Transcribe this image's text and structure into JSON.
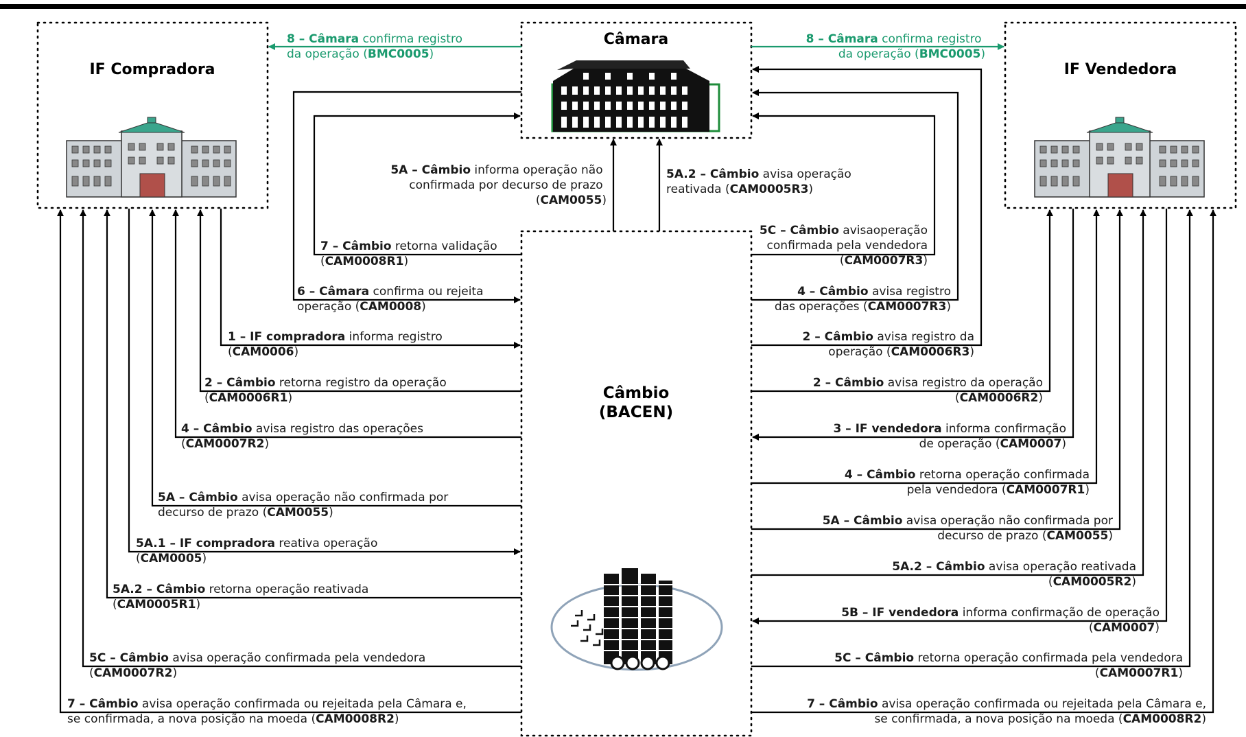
{
  "entities": {
    "buyer": "IF Compradora",
    "seller": "IF Vendedora",
    "chamber": "Câmara",
    "exchange_line1": "Câmbio",
    "exchange_line2": "(BACEN)"
  },
  "colors": {
    "message_green": "#1a9a6e",
    "line": "#000000"
  },
  "top_messages": {
    "left": {
      "bold": "8 – Câmara",
      "rest": " confirma registro",
      "line2_pre": "da operação (",
      "code": "BMC0005",
      "line2_post": ")"
    },
    "right": {
      "bold": "8 – Câmara",
      "rest": " confirma registro",
      "line2_pre": "da operação (",
      "code": "BMC0005",
      "line2_post": ")"
    }
  },
  "center_messages": {
    "m5a": {
      "bold": "5A – Câmbio",
      "rest": " informa operação não",
      "line2": "confirmada por decurso de prazo",
      "code": "CAM0055"
    },
    "m5a2": {
      "bold": "5A.2 – Câmbio",
      "rest": " avisa operação",
      "line2_pre": "reativada (",
      "code": "CAM0005R3",
      "line2_post": ")"
    }
  },
  "left_messages": [
    {
      "bold": "7 – Câmbio",
      "rest": " retorna validação",
      "line2_pre": "(",
      "code": "CAM0008R1",
      "line2_post": ")"
    },
    {
      "bold": "6 – Câmara",
      "rest": " confirma ou rejeita",
      "line2_pre": "operação (",
      "code": "CAM0008",
      "line2_post": ")"
    },
    {
      "bold": "1 – IF compradora",
      "rest": " informa registro",
      "line2_pre": "(",
      "code": "CAM0006",
      "line2_post": ")"
    },
    {
      "bold": "2 – Câmbio",
      "rest": " retorna registro da operação",
      "line2_pre": "(",
      "code": "CAM0006R1",
      "line2_post": ")"
    },
    {
      "bold": "4 – Câmbio",
      "rest": " avisa registro das operações",
      "line2_pre": "(",
      "code": "CAM0007R2",
      "line2_post": ")"
    },
    {
      "bold": "5A – Câmbio",
      "rest": " avisa operação não confirmada por",
      "line2_pre": "decurso de prazo (",
      "code": "CAM0055",
      "line2_post": ")"
    },
    {
      "bold": "5A.1 – IF compradora",
      "rest": " reativa operação",
      "line2_pre": "(",
      "code": "CAM0005",
      "line2_post": ")"
    },
    {
      "bold": "5A.2 – Câmbio",
      "rest": " retorna operação reativada",
      "line2_pre": "(",
      "code": "CAM0005R1",
      "line2_post": ")"
    },
    {
      "bold": "5C – Câmbio",
      "rest": " avisa operação confirmada pela vendedora",
      "line2_pre": "(",
      "code": "CAM0007R2",
      "line2_post": ")"
    },
    {
      "bold": "7 – Câmbio",
      "rest": " avisa operação confirmada ou rejeitada pela Câmara e,",
      "line2_pre": "se confirmada, a nova posição na moeda (",
      "code": "CAM0008R2",
      "line2_post": ")"
    }
  ],
  "right_messages": [
    {
      "bold": "5C – Câmbio",
      "rest": " avisaoperação",
      "line2_pre": "confirmada pela vendedora",
      "code": "CAM0007R3",
      "line2_post": ""
    },
    {
      "bold": "4 – Câmbio",
      "rest": " avisa registro",
      "line2_pre": "das operações (",
      "code": "CAM0007R3",
      "line2_post": ")"
    },
    {
      "bold": "2 – Câmbio",
      "rest": " avisa registro da",
      "line2_pre": "operação (",
      "code": "CAM0006R3",
      "line2_post": ")"
    },
    {
      "bold": "2 – Câmbio",
      "rest": " avisa registro da operação",
      "line2_pre": "(",
      "code": "CAM0006R2",
      "line2_post": ")"
    },
    {
      "bold": "3 – IF vendedora",
      "rest": " informa confirmação",
      "line2_pre": "de operação (",
      "code": "CAM0007",
      "line2_post": ")"
    },
    {
      "bold": "4 – Câmbio",
      "rest": " retorna operação confirmada",
      "line2_pre": "pela vendedora (",
      "code": "CAM0007R1",
      "line2_post": ")"
    },
    {
      "bold": "5A – Câmbio",
      "rest": " avisa operação não confirmada por",
      "line2_pre": "decurso de prazo (",
      "code": "CAM0055",
      "line2_post": ")"
    },
    {
      "bold": "5A.2 – Câmbio",
      "rest": " avisa operação reativada",
      "line2_pre": "(",
      "code": "CAM0005R2",
      "line2_post": ")"
    },
    {
      "bold": "5B – IF vendedora",
      "rest": " informa confirmação de operação",
      "line2_pre": "(",
      "code": "CAM0007",
      "line2_post": ")"
    },
    {
      "bold": "5C – Câmbio",
      "rest": " retorna operação confirmada pela vendedora",
      "line2_pre": "(",
      "code": "CAM0007R1",
      "line2_post": ")"
    },
    {
      "bold": "7 – Câmbio",
      "rest": " avisa operação confirmada ou rejeitada pela Câmara e,",
      "line2_pre": "se confirmada, a nova posição na moeda (",
      "code": "CAM0008R2",
      "line2_post": ")"
    }
  ]
}
